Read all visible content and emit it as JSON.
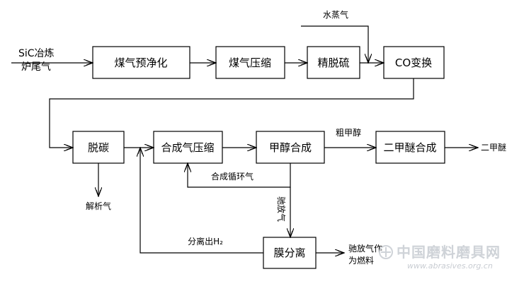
{
  "nodes": {
    "feed": [
      "SiC冶炼",
      "炉尾气"
    ],
    "prepurify": "煤气预净化",
    "compress": "煤气压缩",
    "desulfur": "精脱硫",
    "co_shift": "CO变换",
    "decarbon": "脱碳",
    "syn_compress": "合成气压缩",
    "methanol_syn": "甲醇合成",
    "dme_syn": "二甲醚合成",
    "membrane": "膜分离"
  },
  "labels": {
    "steam": "水蒸气",
    "crude_methanol": "粗甲醇",
    "dme_product": "二甲醚",
    "desorbed_gas": "解析气",
    "recycle_gas": "合成循环气",
    "purge_gas": "驰放气",
    "h2_out": "分离出H₂",
    "fuel": [
      "驰放气作",
      "为燃料"
    ]
  },
  "watermark": {
    "site_name": "中国磨料磨具网",
    "url": "www.abrasives.org.cn"
  }
}
